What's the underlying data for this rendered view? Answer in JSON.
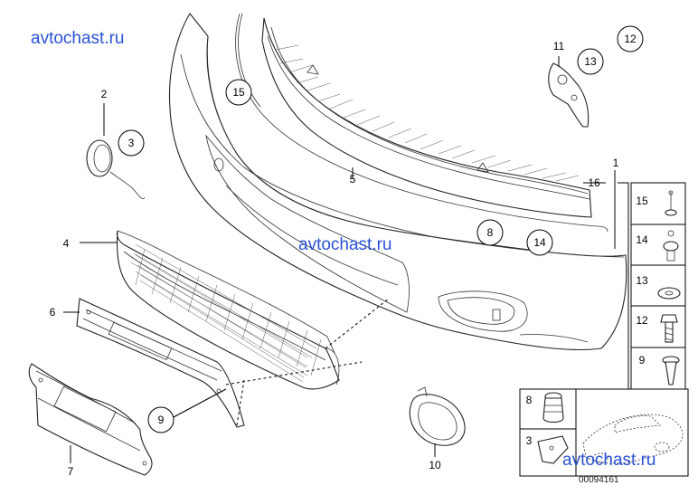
{
  "watermarks": [
    "avtochast.ru",
    "avtochast.ru",
    "avtochast.ru"
  ],
  "image_number": "00094161",
  "callouts": {
    "c1": "1",
    "c2": "2",
    "c3": "3",
    "c4": "4",
    "c5": "5",
    "c6": "6",
    "c7": "7",
    "c8": "8",
    "c9": "9",
    "c10": "10",
    "c11": "11",
    "c12": "12",
    "c13": "13",
    "c14": "14",
    "c15": "15",
    "c16": "16"
  },
  "side_table": {
    "rows": [
      "15",
      "14",
      "13",
      "12",
      "9"
    ],
    "bottom_left": [
      "8",
      "3"
    ]
  }
}
